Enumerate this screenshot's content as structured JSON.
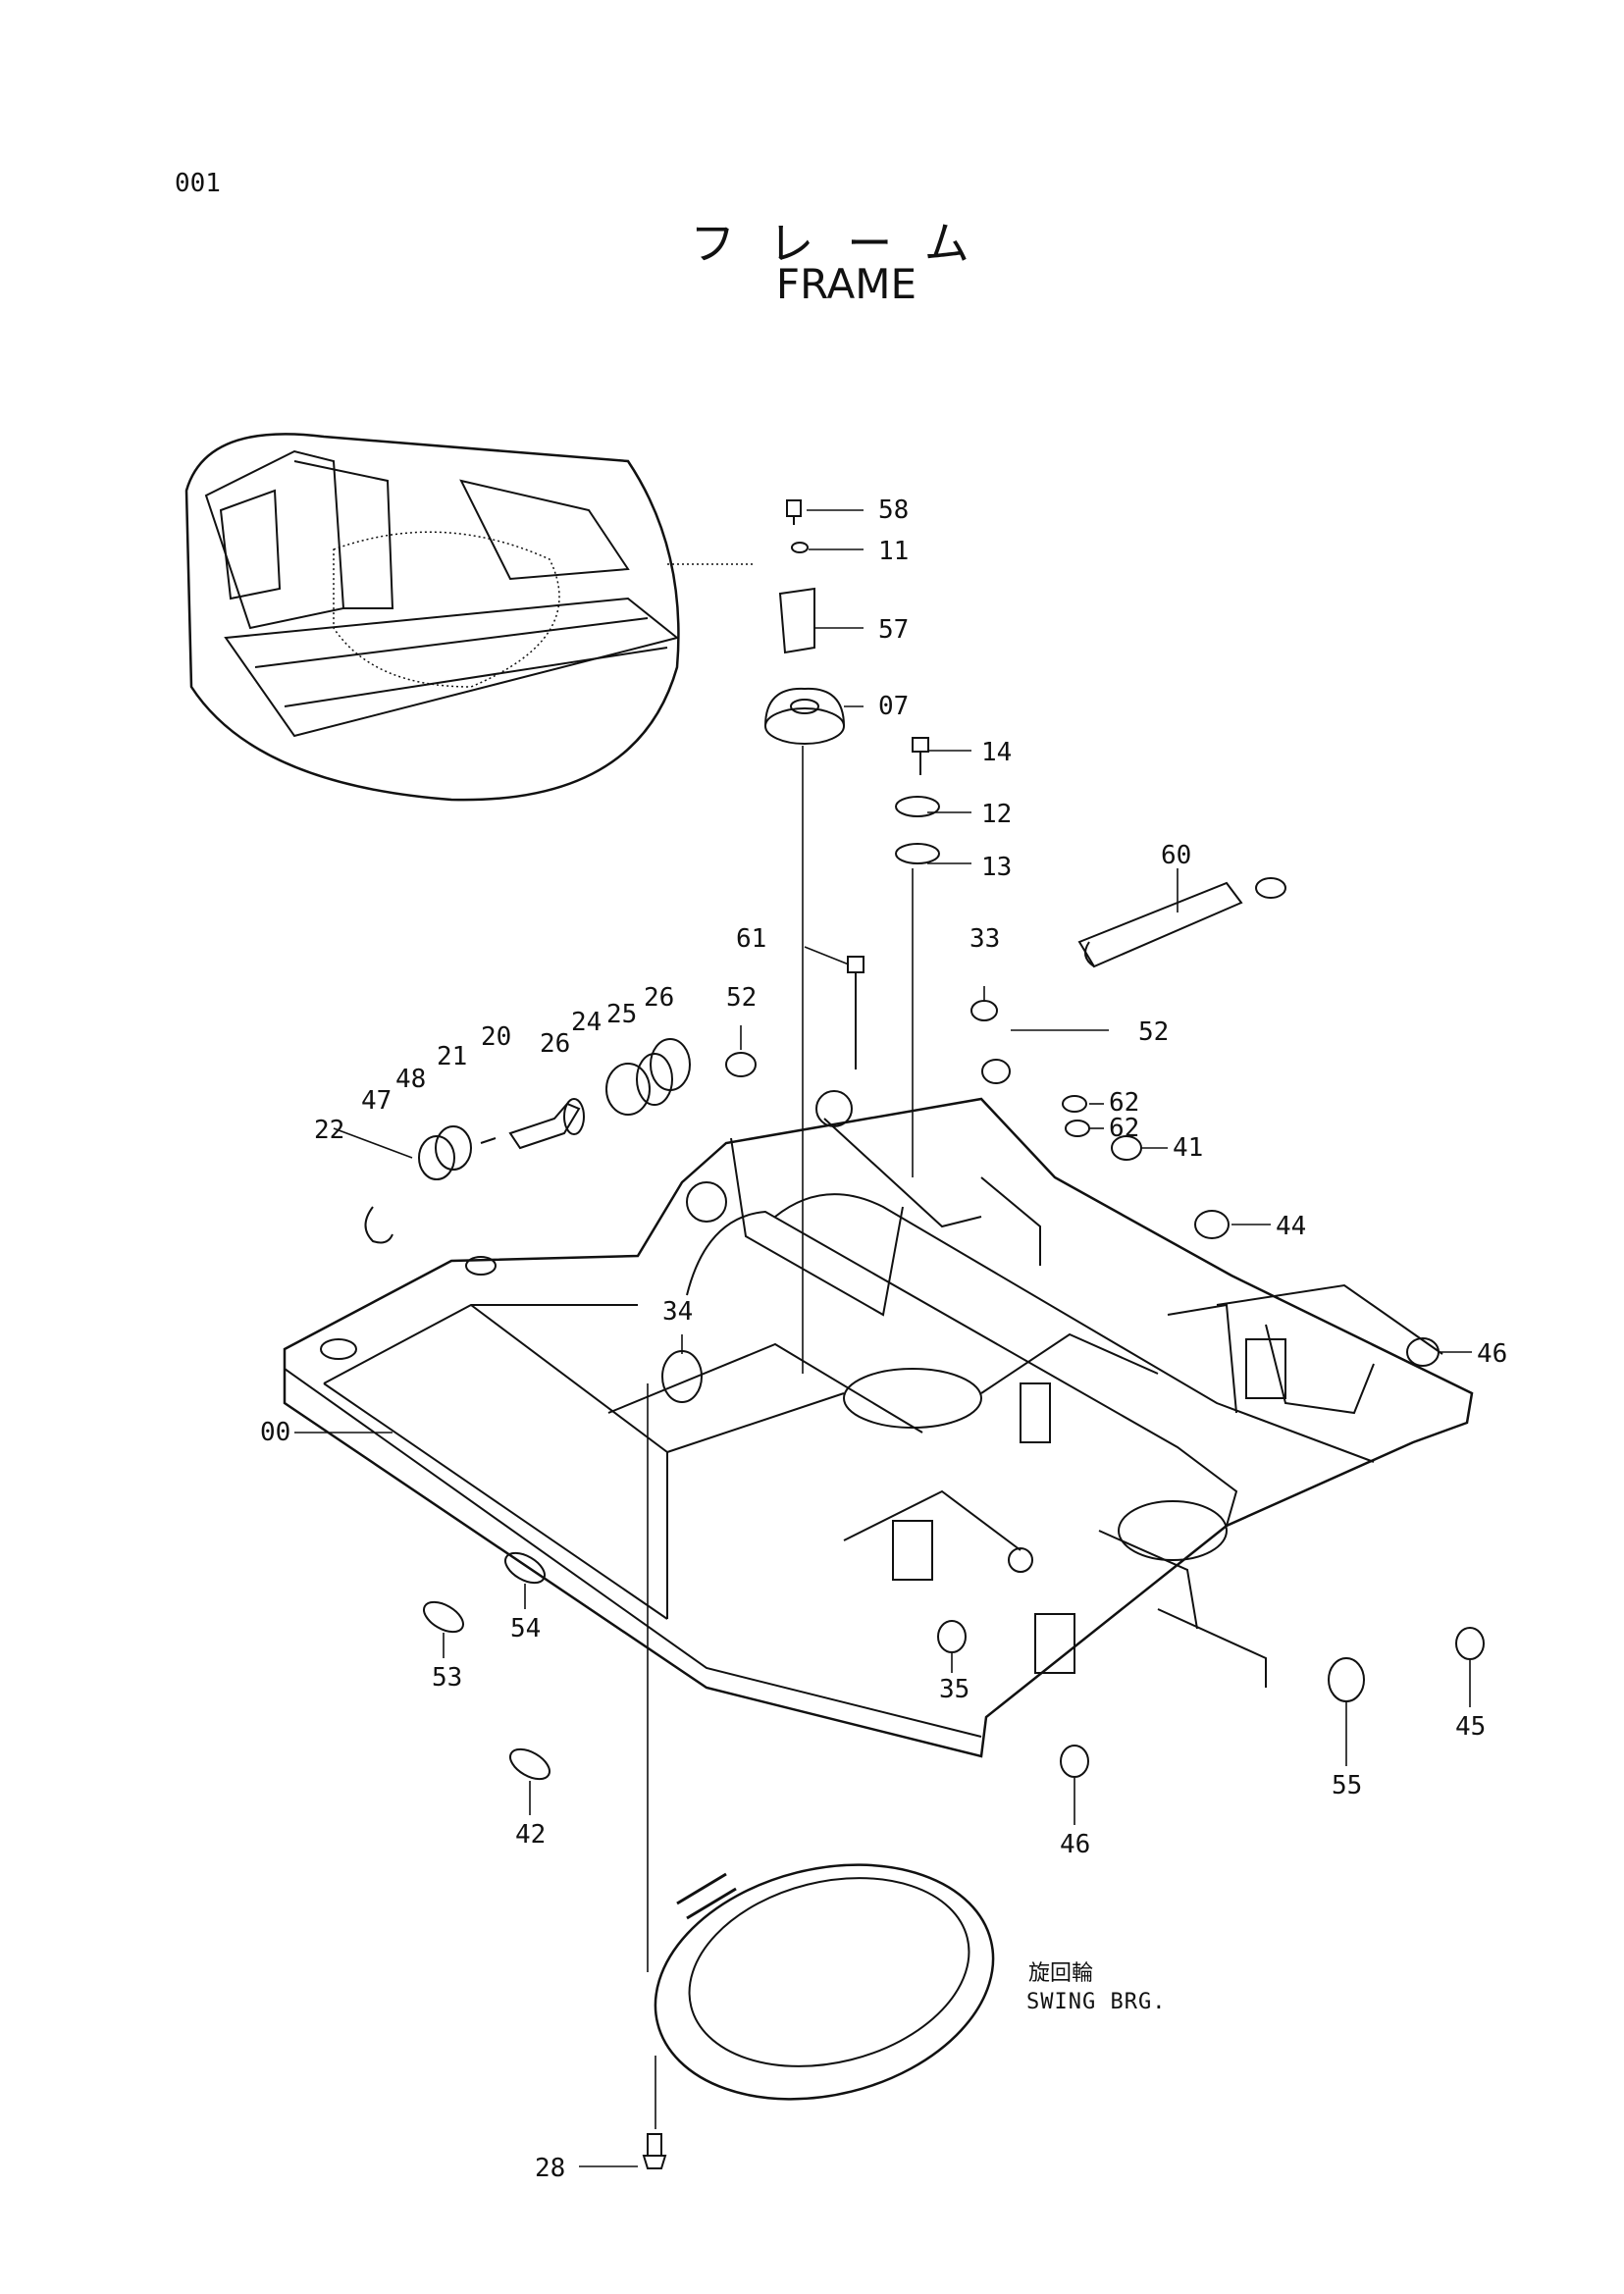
{
  "page": {
    "number": "001",
    "title_jp": "フレーム",
    "title_en": "FRAME"
  },
  "swing": {
    "label_jp": "旋回輪",
    "label_en": "SWING BRG."
  },
  "callouts": [
    "58",
    "11",
    "57",
    "07",
    "14",
    "12",
    "13",
    "60",
    "61",
    "33",
    "52",
    "52",
    "62",
    "62",
    "26",
    "25",
    "24",
    "26",
    "20",
    "21",
    "48",
    "47",
    "22",
    "41",
    "44",
    "46",
    "34",
    "00",
    "54",
    "53",
    "35",
    "46",
    "45",
    "55",
    "42",
    "28"
  ]
}
